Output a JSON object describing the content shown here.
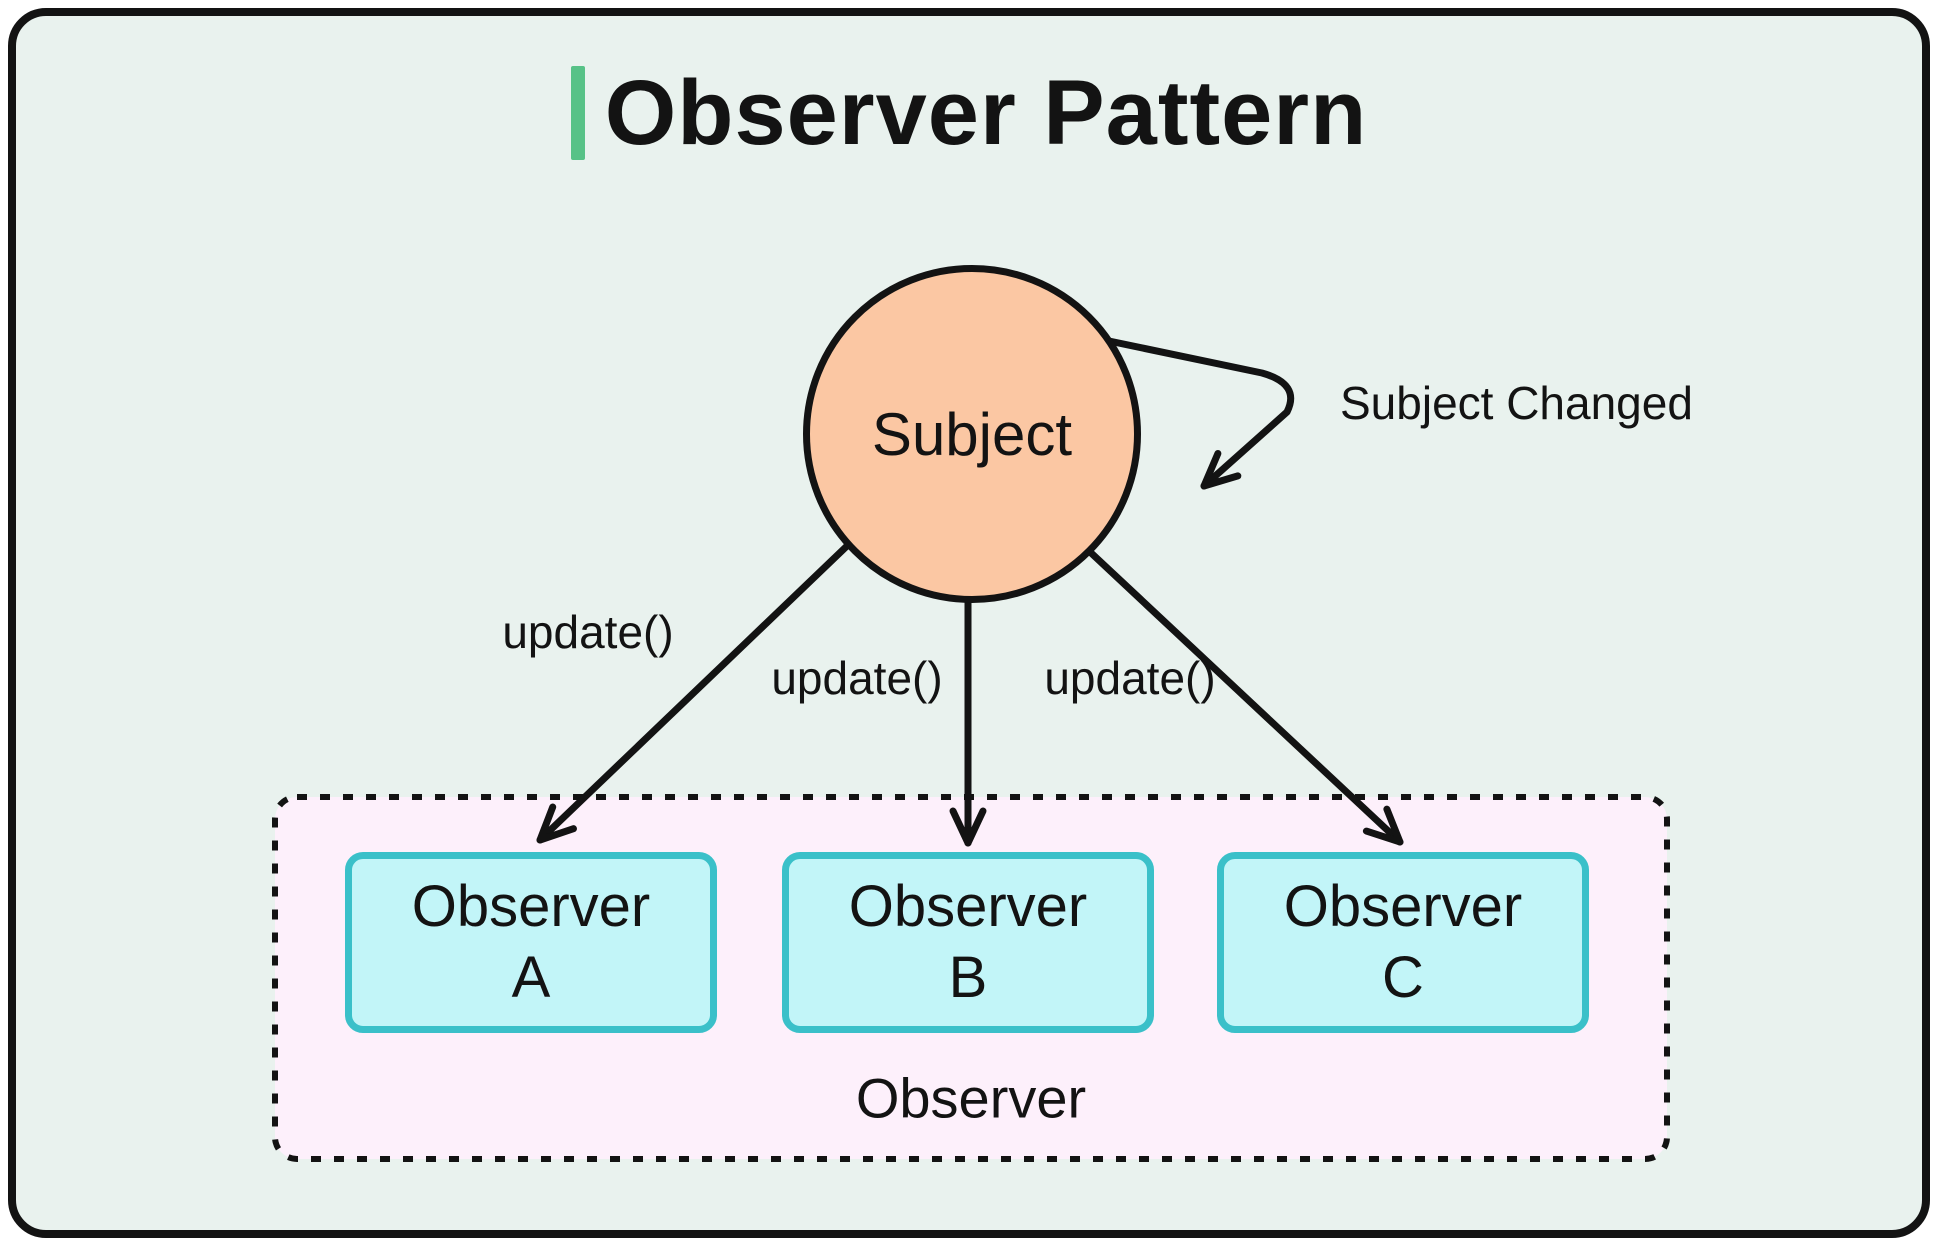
{
  "title": "Observer Pattern",
  "subject": {
    "label": "Subject"
  },
  "annotation": {
    "label": "Subject Changed"
  },
  "edges": {
    "update_a": "update()",
    "update_b": "update()",
    "update_c": "update()"
  },
  "observer_group": {
    "label": "Observer",
    "members": [
      {
        "name": "Observer",
        "suffix": "A"
      },
      {
        "name": "Observer",
        "suffix": "B"
      },
      {
        "name": "Observer",
        "suffix": "C"
      }
    ]
  },
  "colors": {
    "frame_background": "#e9f2ee",
    "frame_border": "#131313",
    "title_accent_bar": "#57c287",
    "subject_fill": "#fbc7a3",
    "observer_box_fill": "#c2f5f8",
    "observer_box_border": "#3ac0c9",
    "observer_group_fill": "#fdf0fb",
    "connector_color": "#131313"
  }
}
